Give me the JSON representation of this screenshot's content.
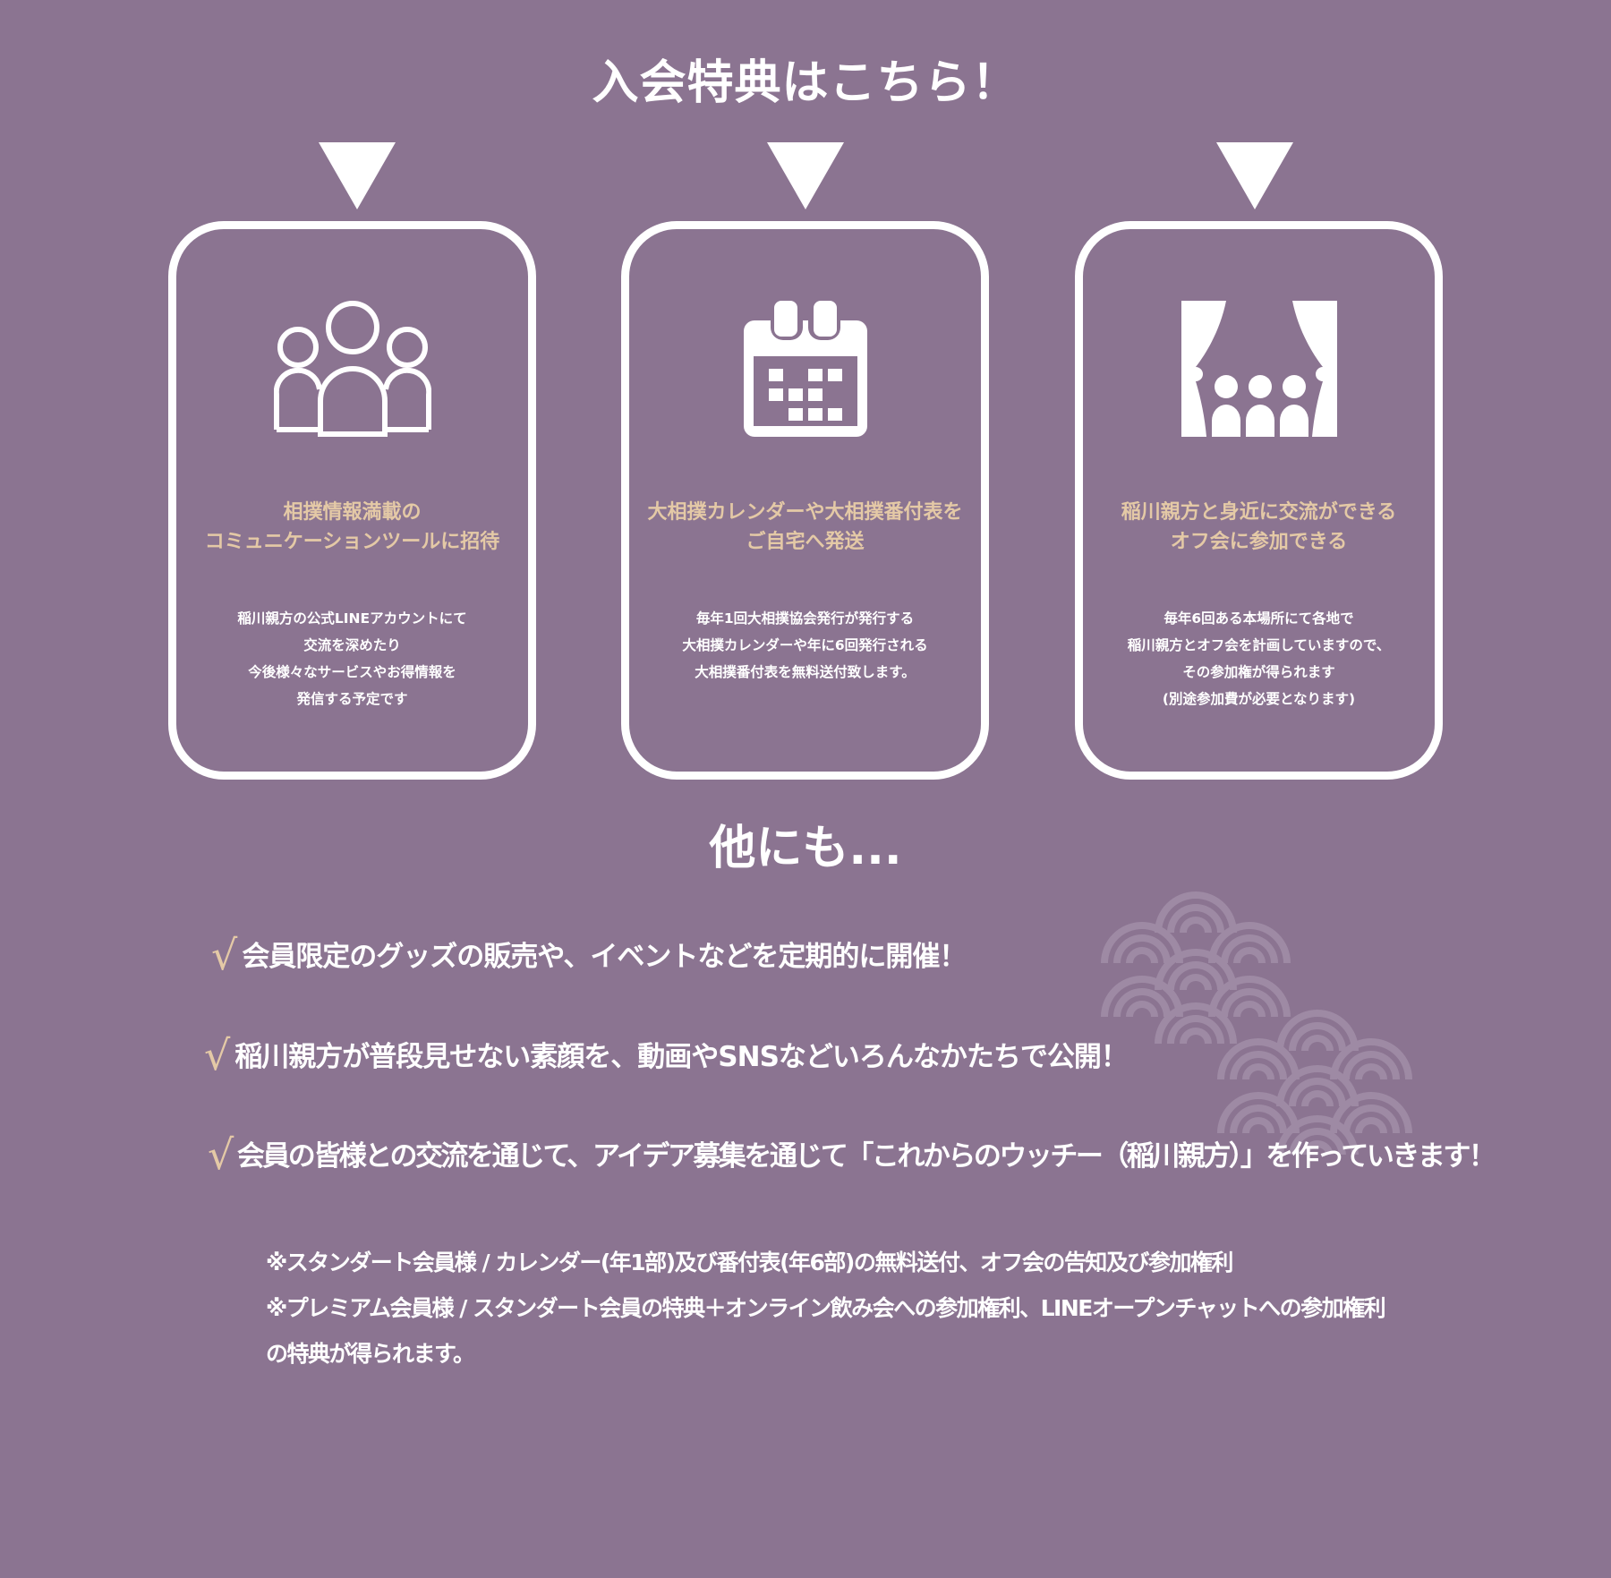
{
  "header": {
    "title": "入会特典はこちら！"
  },
  "colors": {
    "background": "#8b7491",
    "accent_gold": "#e4c9a6",
    "text": "#ffffff",
    "wave_pattern": "#9e8aa4"
  },
  "benefits": [
    {
      "icon": "people-group-icon",
      "title_lines": [
        "相撲情報満載の",
        "コミュニケーションツールに招待"
      ],
      "body_lines": [
        "稲川親方の公式LINEアカウントにて",
        "交流を深めたり",
        "今後様々なサービスやお得情報を",
        "発信する予定です"
      ]
    },
    {
      "icon": "calendar-icon",
      "title_lines": [
        "大相撲カレンダーや大相撲番付表を",
        "ご自宅へ発送"
      ],
      "body_lines": [
        "毎年1回大相撲協会発行が発行する",
        "大相撲カレンダーや年に6回発行される",
        "大相撲番付表を無料送付致します。"
      ]
    },
    {
      "icon": "stage-audience-icon",
      "title_lines": [
        "稲川親方と身近に交流ができる",
        "オフ会に参加できる"
      ],
      "body_lines": [
        "毎年6回ある本場所にて各地で",
        "稲川親方とオフ会を計画していますので、",
        "その参加権が得られます",
        "(別途参加費が必要となります)"
      ]
    }
  ],
  "others": {
    "title": "他にも...",
    "check_symbol": "√",
    "items": [
      "会員限定のグッズの販売や、イベントなどを定期的に開催！",
      "稲川親方が普段見せない素顔を、動画やSNSなどいろんなかたちで公開！",
      "会員の皆様との交流を通じて、アイデア募集を通じて「これからのウッチー（稲川親方）」を作っていきます！"
    ]
  },
  "notes": [
    "※スタンダート会員様 / カレンダー(年1部)及び番付表(年6部)の無料送付、オフ会の告知及び参加権利",
    "※プレミアム会員様 / スタンダート会員の特典＋オンライン飲み会への参加権利、LINEオープンチャットへの参加権利",
    "の特典が得られます。"
  ]
}
